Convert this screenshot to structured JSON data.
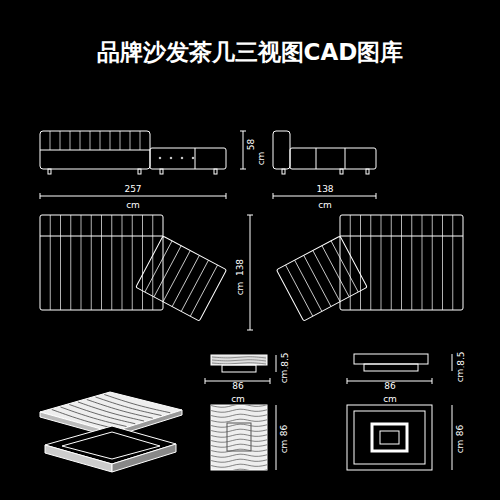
{
  "diagram": {
    "title": "品牌沙发茶几三视图CAD图库",
    "labels": [
      "58",
      "cm",
      "257",
      "cm",
      "138",
      "cm",
      "138",
      "cm",
      "18.5",
      "cm",
      "86",
      "cm",
      "86",
      "cm",
      "18.5",
      "cm",
      "86",
      "cm",
      "86",
      "cm"
    ]
  }
}
